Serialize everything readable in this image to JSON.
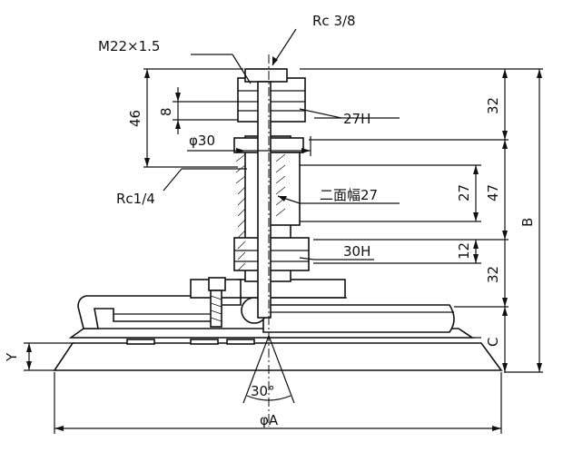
{
  "labels": {
    "rc38": "Rc 3/8",
    "m22": "M22×1.5",
    "h27": "27H",
    "phi30": "φ30",
    "rc14": "Rc1/4",
    "nimen": "二面幅27",
    "h30": "30H",
    "y": "Y",
    "angle": "30°",
    "phiA": "φA"
  },
  "dims": {
    "d46": "46",
    "d8": "8",
    "d32top": "32",
    "d47": "47",
    "d27": "27",
    "dB": "B",
    "d12": "12",
    "d32mid": "32",
    "dC": "C"
  }
}
